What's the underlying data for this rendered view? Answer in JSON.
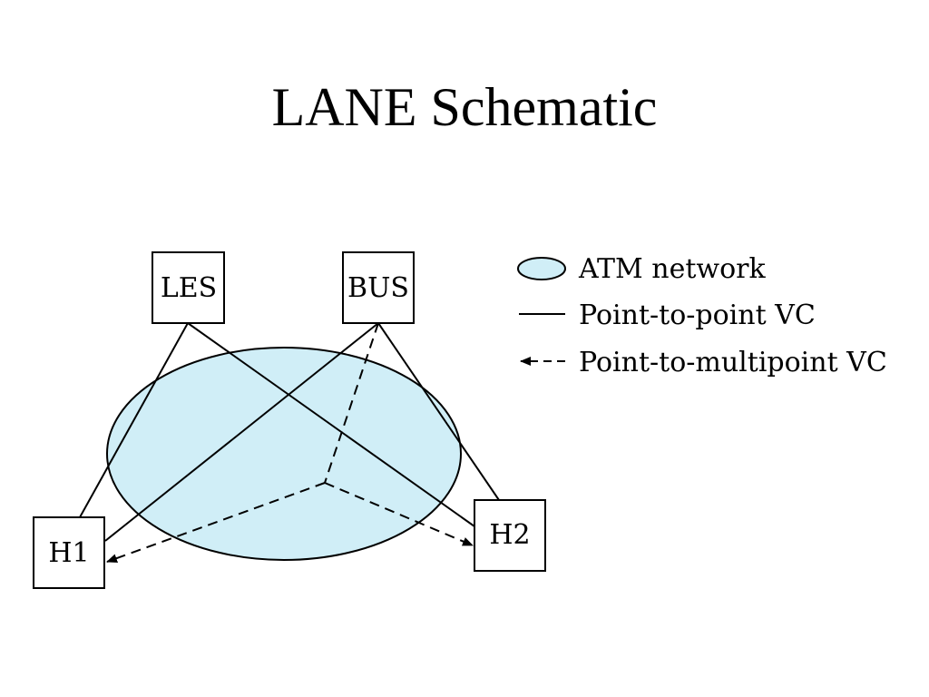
{
  "title": "LANE Schematic",
  "colors": {
    "network_fill": "#d0eef7",
    "stroke": "#000000"
  },
  "nodes": {
    "les": "LES",
    "bus": "BUS",
    "h1": "H1",
    "h2": "H2"
  },
  "legend": {
    "network": "ATM network",
    "point_to_point": "Point-to-point VC",
    "point_to_multipoint": "Point-to-multipoint VC"
  }
}
